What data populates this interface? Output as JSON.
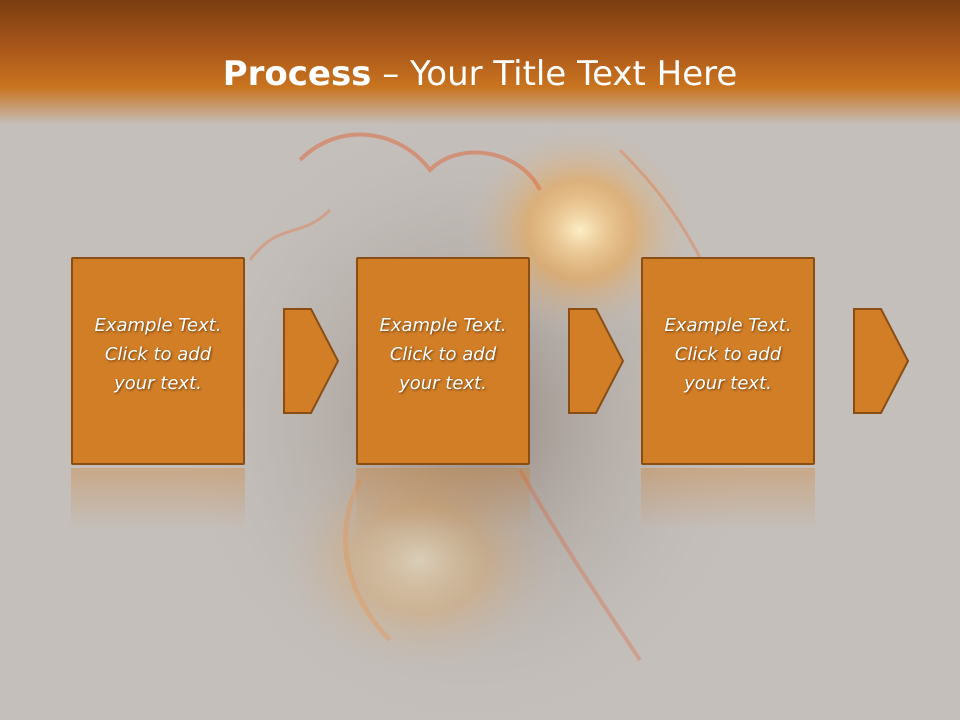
{
  "slide": {
    "title_bold": "Process",
    "title_rest": " – Your Title Text Here"
  },
  "steps": [
    {
      "line1": "Example Text.",
      "line2": "Click  to add",
      "line3": "your text."
    },
    {
      "line1": "Example Text.",
      "line2": "Click  to add",
      "line3": "your text."
    },
    {
      "line1": "Example Text.",
      "line2": "Click  to add",
      "line3": "your text."
    }
  ],
  "colors": {
    "accent": "#d17e27",
    "border": "#8a4e15",
    "header_dark": "#7a3e10",
    "background": "#c4bfbb"
  }
}
